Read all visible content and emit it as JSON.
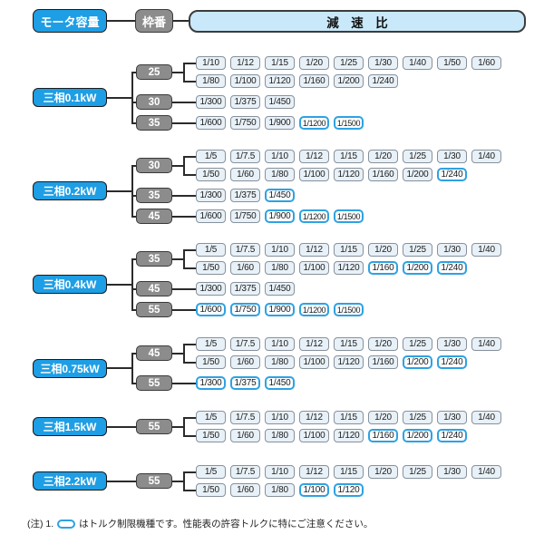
{
  "header": {
    "motor_label": "モータ容量",
    "frame_label": "枠番",
    "ratio_label": "減　速　比"
  },
  "colors": {
    "motor_fill": "#1E9EE4",
    "frame_fill": "#8C8C8C",
    "ratio_fill": "#E8F1F8",
    "ratio_border": "#87919B",
    "ratio_header_fill": "#C9E9FA",
    "torque_border": "#2EA2E2",
    "torque_fill": "#FBFDFF",
    "line": "#2B2B2B"
  },
  "sections": [
    {
      "motor": "三相0.1kW",
      "branches": [
        {
          "frame": "25",
          "rows": [
            [
              {
                "label": "1/10",
                "torque_limited": false
              },
              {
                "label": "1/12",
                "torque_limited": false
              },
              {
                "label": "1/15",
                "torque_limited": false
              },
              {
                "label": "1/20",
                "torque_limited": false
              },
              {
                "label": "1/25",
                "torque_limited": false
              },
              {
                "label": "1/30",
                "torque_limited": false
              },
              {
                "label": "1/40",
                "torque_limited": false
              },
              {
                "label": "1/50",
                "torque_limited": false
              },
              {
                "label": "1/60",
                "torque_limited": false
              }
            ],
            [
              {
                "label": "1/80",
                "torque_limited": false
              },
              {
                "label": "1/100",
                "torque_limited": false
              },
              {
                "label": "1/120",
                "torque_limited": false
              },
              {
                "label": "1/160",
                "torque_limited": false
              },
              {
                "label": "1/200",
                "torque_limited": false
              },
              {
                "label": "1/240",
                "torque_limited": false
              }
            ]
          ]
        },
        {
          "frame": "30",
          "rows": [
            [
              {
                "label": "1/300",
                "torque_limited": false
              },
              {
                "label": "1/375",
                "torque_limited": false
              },
              {
                "label": "1/450",
                "torque_limited": false
              }
            ]
          ]
        },
        {
          "frame": "35",
          "rows": [
            [
              {
                "label": "1/600",
                "torque_limited": false
              },
              {
                "label": "1/750",
                "torque_limited": false
              },
              {
                "label": "1/900",
                "torque_limited": false
              },
              {
                "label": "1/1200",
                "torque_limited": true
              },
              {
                "label": "1/1500",
                "torque_limited": true
              }
            ]
          ]
        }
      ]
    },
    {
      "motor": "三相0.2kW",
      "branches": [
        {
          "frame": "30",
          "rows": [
            [
              {
                "label": "1/5",
                "torque_limited": false
              },
              {
                "label": "1/7.5",
                "torque_limited": false
              },
              {
                "label": "1/10",
                "torque_limited": false
              },
              {
                "label": "1/12",
                "torque_limited": false
              },
              {
                "label": "1/15",
                "torque_limited": false
              },
              {
                "label": "1/20",
                "torque_limited": false
              },
              {
                "label": "1/25",
                "torque_limited": false
              },
              {
                "label": "1/30",
                "torque_limited": false
              },
              {
                "label": "1/40",
                "torque_limited": false
              }
            ],
            [
              {
                "label": "1/50",
                "torque_limited": false
              },
              {
                "label": "1/60",
                "torque_limited": false
              },
              {
                "label": "1/80",
                "torque_limited": false
              },
              {
                "label": "1/100",
                "torque_limited": false
              },
              {
                "label": "1/120",
                "torque_limited": false
              },
              {
                "label": "1/160",
                "torque_limited": false
              },
              {
                "label": "1/200",
                "torque_limited": false
              },
              {
                "label": "1/240",
                "torque_limited": true
              }
            ]
          ]
        },
        {
          "frame": "35",
          "rows": [
            [
              {
                "label": "1/300",
                "torque_limited": false
              },
              {
                "label": "1/375",
                "torque_limited": false
              },
              {
                "label": "1/450",
                "torque_limited": true
              }
            ]
          ]
        },
        {
          "frame": "45",
          "rows": [
            [
              {
                "label": "1/600",
                "torque_limited": false
              },
              {
                "label": "1/750",
                "torque_limited": false
              },
              {
                "label": "1/900",
                "torque_limited": true
              },
              {
                "label": "1/1200",
                "torque_limited": true
              },
              {
                "label": "1/1500",
                "torque_limited": true
              }
            ]
          ]
        }
      ]
    },
    {
      "motor": "三相0.4kW",
      "branches": [
        {
          "frame": "35",
          "rows": [
            [
              {
                "label": "1/5",
                "torque_limited": false
              },
              {
                "label": "1/7.5",
                "torque_limited": false
              },
              {
                "label": "1/10",
                "torque_limited": false
              },
              {
                "label": "1/12",
                "torque_limited": false
              },
              {
                "label": "1/15",
                "torque_limited": false
              },
              {
                "label": "1/20",
                "torque_limited": false
              },
              {
                "label": "1/25",
                "torque_limited": false
              },
              {
                "label": "1/30",
                "torque_limited": false
              },
              {
                "label": "1/40",
                "torque_limited": false
              }
            ],
            [
              {
                "label": "1/50",
                "torque_limited": false
              },
              {
                "label": "1/60",
                "torque_limited": false
              },
              {
                "label": "1/80",
                "torque_limited": false
              },
              {
                "label": "1/100",
                "torque_limited": false
              },
              {
                "label": "1/120",
                "torque_limited": false
              },
              {
                "label": "1/160",
                "torque_limited": true
              },
              {
                "label": "1/200",
                "torque_limited": true
              },
              {
                "label": "1/240",
                "torque_limited": true
              }
            ]
          ]
        },
        {
          "frame": "45",
          "rows": [
            [
              {
                "label": "1/300",
                "torque_limited": false
              },
              {
                "label": "1/375",
                "torque_limited": false
              },
              {
                "label": "1/450",
                "torque_limited": false
              }
            ]
          ]
        },
        {
          "frame": "55",
          "rows": [
            [
              {
                "label": "1/600",
                "torque_limited": true
              },
              {
                "label": "1/750",
                "torque_limited": true
              },
              {
                "label": "1/900",
                "torque_limited": true
              },
              {
                "label": "1/1200",
                "torque_limited": true
              },
              {
                "label": "1/1500",
                "torque_limited": true
              }
            ]
          ]
        }
      ]
    },
    {
      "motor": "三相0.75kW",
      "branches": [
        {
          "frame": "45",
          "rows": [
            [
              {
                "label": "1/5",
                "torque_limited": false
              },
              {
                "label": "1/7.5",
                "torque_limited": false
              },
              {
                "label": "1/10",
                "torque_limited": false
              },
              {
                "label": "1/12",
                "torque_limited": false
              },
              {
                "label": "1/15",
                "torque_limited": false
              },
              {
                "label": "1/20",
                "torque_limited": false
              },
              {
                "label": "1/25",
                "torque_limited": false
              },
              {
                "label": "1/30",
                "torque_limited": false
              },
              {
                "label": "1/40",
                "torque_limited": false
              }
            ],
            [
              {
                "label": "1/50",
                "torque_limited": false
              },
              {
                "label": "1/60",
                "torque_limited": false
              },
              {
                "label": "1/80",
                "torque_limited": false
              },
              {
                "label": "1/100",
                "torque_limited": false
              },
              {
                "label": "1/120",
                "torque_limited": false
              },
              {
                "label": "1/160",
                "torque_limited": false
              },
              {
                "label": "1/200",
                "torque_limited": true
              },
              {
                "label": "1/240",
                "torque_limited": true
              }
            ]
          ]
        },
        {
          "frame": "55",
          "rows": [
            [
              {
                "label": "1/300",
                "torque_limited": true
              },
              {
                "label": "1/375",
                "torque_limited": true
              },
              {
                "label": "1/450",
                "torque_limited": true
              }
            ]
          ]
        }
      ]
    },
    {
      "motor": "三相1.5kW",
      "branches": [
        {
          "frame": "55",
          "rows": [
            [
              {
                "label": "1/5",
                "torque_limited": false
              },
              {
                "label": "1/7.5",
                "torque_limited": false
              },
              {
                "label": "1/10",
                "torque_limited": false
              },
              {
                "label": "1/12",
                "torque_limited": false
              },
              {
                "label": "1/15",
                "torque_limited": false
              },
              {
                "label": "1/20",
                "torque_limited": false
              },
              {
                "label": "1/25",
                "torque_limited": false
              },
              {
                "label": "1/30",
                "torque_limited": false
              },
              {
                "label": "1/40",
                "torque_limited": false
              }
            ],
            [
              {
                "label": "1/50",
                "torque_limited": false
              },
              {
                "label": "1/60",
                "torque_limited": false
              },
              {
                "label": "1/80",
                "torque_limited": false
              },
              {
                "label": "1/100",
                "torque_limited": false
              },
              {
                "label": "1/120",
                "torque_limited": false
              },
              {
                "label": "1/160",
                "torque_limited": true
              },
              {
                "label": "1/200",
                "torque_limited": true
              },
              {
                "label": "1/240",
                "torque_limited": true
              }
            ]
          ]
        }
      ]
    },
    {
      "motor": "三相2.2kW",
      "branches": [
        {
          "frame": "55",
          "rows": [
            [
              {
                "label": "1/5",
                "torque_limited": false
              },
              {
                "label": "1/7.5",
                "torque_limited": false
              },
              {
                "label": "1/10",
                "torque_limited": false
              },
              {
                "label": "1/12",
                "torque_limited": false
              },
              {
                "label": "1/15",
                "torque_limited": false
              },
              {
                "label": "1/20",
                "torque_limited": false
              },
              {
                "label": "1/25",
                "torque_limited": false
              },
              {
                "label": "1/30",
                "torque_limited": false
              },
              {
                "label": "1/40",
                "torque_limited": false
              }
            ],
            [
              {
                "label": "1/50",
                "torque_limited": false
              },
              {
                "label": "1/60",
                "torque_limited": false
              },
              {
                "label": "1/80",
                "torque_limited": false
              },
              {
                "label": "1/100",
                "torque_limited": true
              },
              {
                "label": "1/120",
                "torque_limited": true
              }
            ]
          ]
        }
      ]
    }
  ],
  "note": {
    "prefix": "(注) 1.",
    "legend_symbol": "torque-limited-box",
    "text": "はトルク制限機種です。性能表の許容トルクに特にご注意ください。"
  }
}
